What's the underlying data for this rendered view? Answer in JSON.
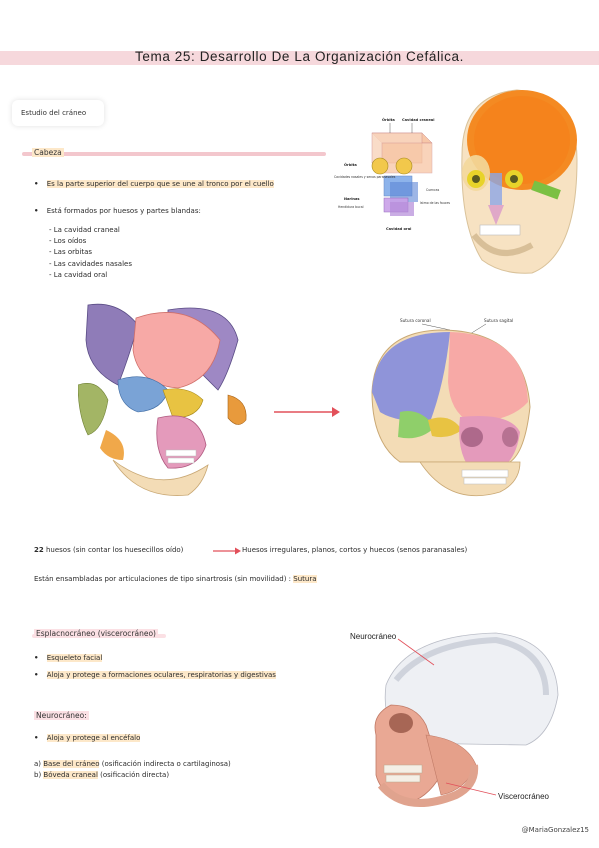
{
  "header": {
    "title": "Tema 25: Desarrollo De La Organización Cefálica."
  },
  "tag": {
    "label": "Estudio del cráneo"
  },
  "cabeza": {
    "heading": "Cabeza",
    "bullet1": "Es la parte superior del cuerpo que se une al tronco por el cuello",
    "bullet2": "Está formados por huesos y partes blandas:",
    "items": [
      "La cavidad craneal",
      "Los oídos",
      "Las orbitas",
      "Las cavidades nasales",
      "La cavidad oral"
    ]
  },
  "diagram_labels": {
    "orbita": "Órbita",
    "cavidad_craneal": "Cavidad craneal",
    "orbita2": "Órbita",
    "cavidades_nasales": "Cavidades nasales y senos paranasales",
    "narinas": "Narinas",
    "hendidura": "Hendidura bucal",
    "cavidad_oral": "Cavidad oral",
    "cuencas": "Cuencas",
    "istmo": "Istmo de las fauces"
  },
  "skull_labels": {
    "sutura_coronal": "Sutura coronal",
    "sutura_sagital": "Sutura sagital"
  },
  "huesos": {
    "count": "22",
    "text": "huesos (sin contar los huesecillos oído)",
    "result": "Huesos irregulares, planos, cortos y huecos (senos paranasales)"
  },
  "ensambladas": {
    "text": "Están ensambladas por articulaciones de tipo sinartrosis (sin movilidad) :",
    "sutura": "Sutura"
  },
  "esplacno": {
    "heading": "Esplacnocráneo (viscerocráneo)",
    "b1": "Esqueleto facial",
    "b2": "Aloja y protege a formaciones oculares, respiratorias y digestivas"
  },
  "neuro": {
    "heading": "Neurocráneo:",
    "b1": "Aloja y protege al encéfalo",
    "a": "a) ",
    "a_hl": "Base del cráneo",
    "a_rest": " (osificación indirecta o cartilaginosa)",
    "b": "b) ",
    "b_hl": "Bóveda craneal",
    "b_rest": " (osificación directa)"
  },
  "photo_labels": {
    "neurocraneo": "Neurocráneo",
    "viscerocraneo": "Viscerocráneo"
  },
  "credit": "@MariaGonzalez15",
  "colors": {
    "band": "#f6d8dc",
    "highlight_yellow": "#fde8c9",
    "highlight_pink": "#fbe0e4",
    "arrow": "#e2505a"
  }
}
